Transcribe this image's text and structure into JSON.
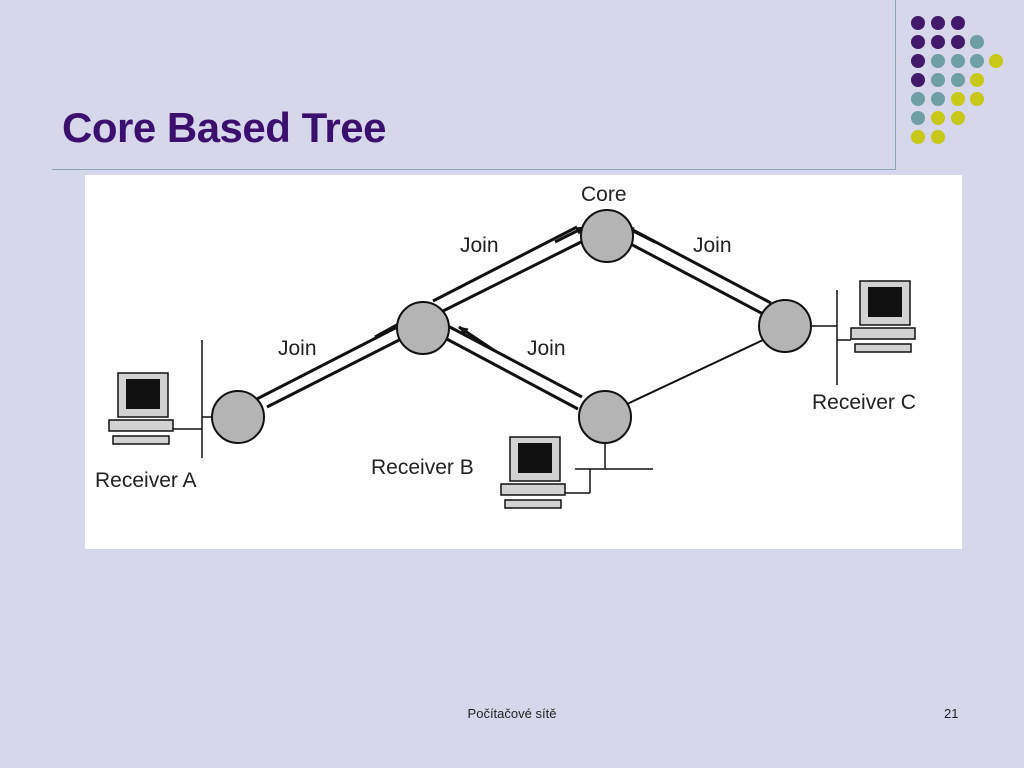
{
  "slide": {
    "title": "Core Based Tree",
    "footer": "Počítačové sítě",
    "page_number": "21"
  },
  "diagram": {
    "labels": {
      "core": "Core",
      "join_left_upper": "Join",
      "join_right_upper": "Join",
      "join_left_lower": "Join",
      "join_middle": "Join",
      "receiver_a": "Receiver A",
      "receiver_b": "Receiver B",
      "receiver_c": "Receiver C"
    },
    "icons": [
      "router-icon",
      "computer-icon"
    ]
  },
  "colors": {
    "background": "#d6d7ea",
    "title": "#3a0f6e",
    "dot_purple": "#43196b",
    "dot_teal": "#6e9ea6",
    "dot_yellow": "#c8c819",
    "router_fill": "#b4b4b4"
  }
}
